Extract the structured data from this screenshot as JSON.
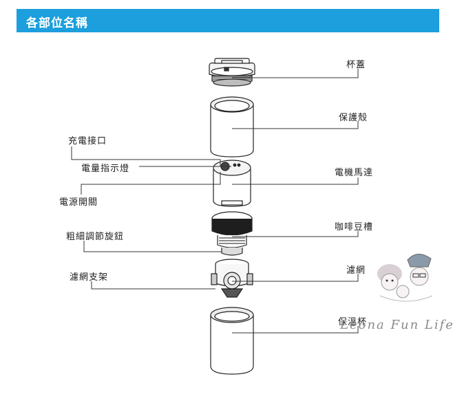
{
  "header": {
    "title": "各部位名稱"
  },
  "labels": {
    "cup_lid": "杯蓋",
    "protective_shell": "保護殼",
    "charging_port": "充電接口",
    "battery_indicator": "電量指示燈",
    "motor": "電機馬達",
    "power_switch": "電源開關",
    "bean_chamber": "咖啡豆槽",
    "coarseness_knob": "粗細調節旋鈕",
    "filter": "濾網",
    "filter_holder": "濾網支架",
    "thermal_cup": "保溫杯"
  },
  "watermark": {
    "text": "Leona Fun Life"
  },
  "colors": {
    "header_bg": "#1c9fdc",
    "line": "#333333"
  }
}
